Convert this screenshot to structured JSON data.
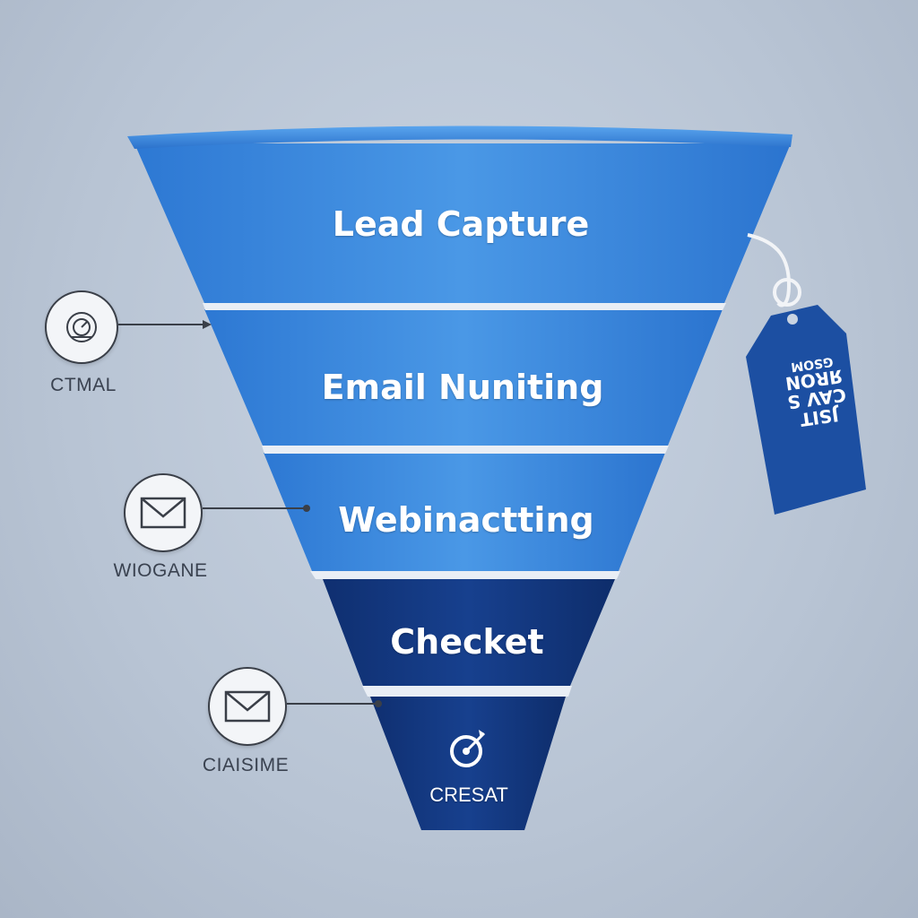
{
  "funnel": {
    "stages": [
      {
        "label": "Lead Capture"
      },
      {
        "label": "Email Nuniting"
      },
      {
        "label": "Webinactting"
      },
      {
        "label": "Checket"
      },
      {
        "label": "CRESAT"
      }
    ]
  },
  "side_items": [
    {
      "label": "CTMAL",
      "icon": "gauge-icon"
    },
    {
      "label": "WIOGANE",
      "icon": "envelope-icon"
    },
    {
      "label": "CIAISIME",
      "icon": "envelope-icon"
    }
  ],
  "tag": {
    "lines": [
      "JSIT",
      "CAV S ЯRON",
      "GSOM"
    ]
  },
  "colors": {
    "light_blue": "#3f8de0",
    "mid_blue": "#2f7ad6",
    "dark_navy": "#12357e",
    "background": "#bcc7d6"
  }
}
